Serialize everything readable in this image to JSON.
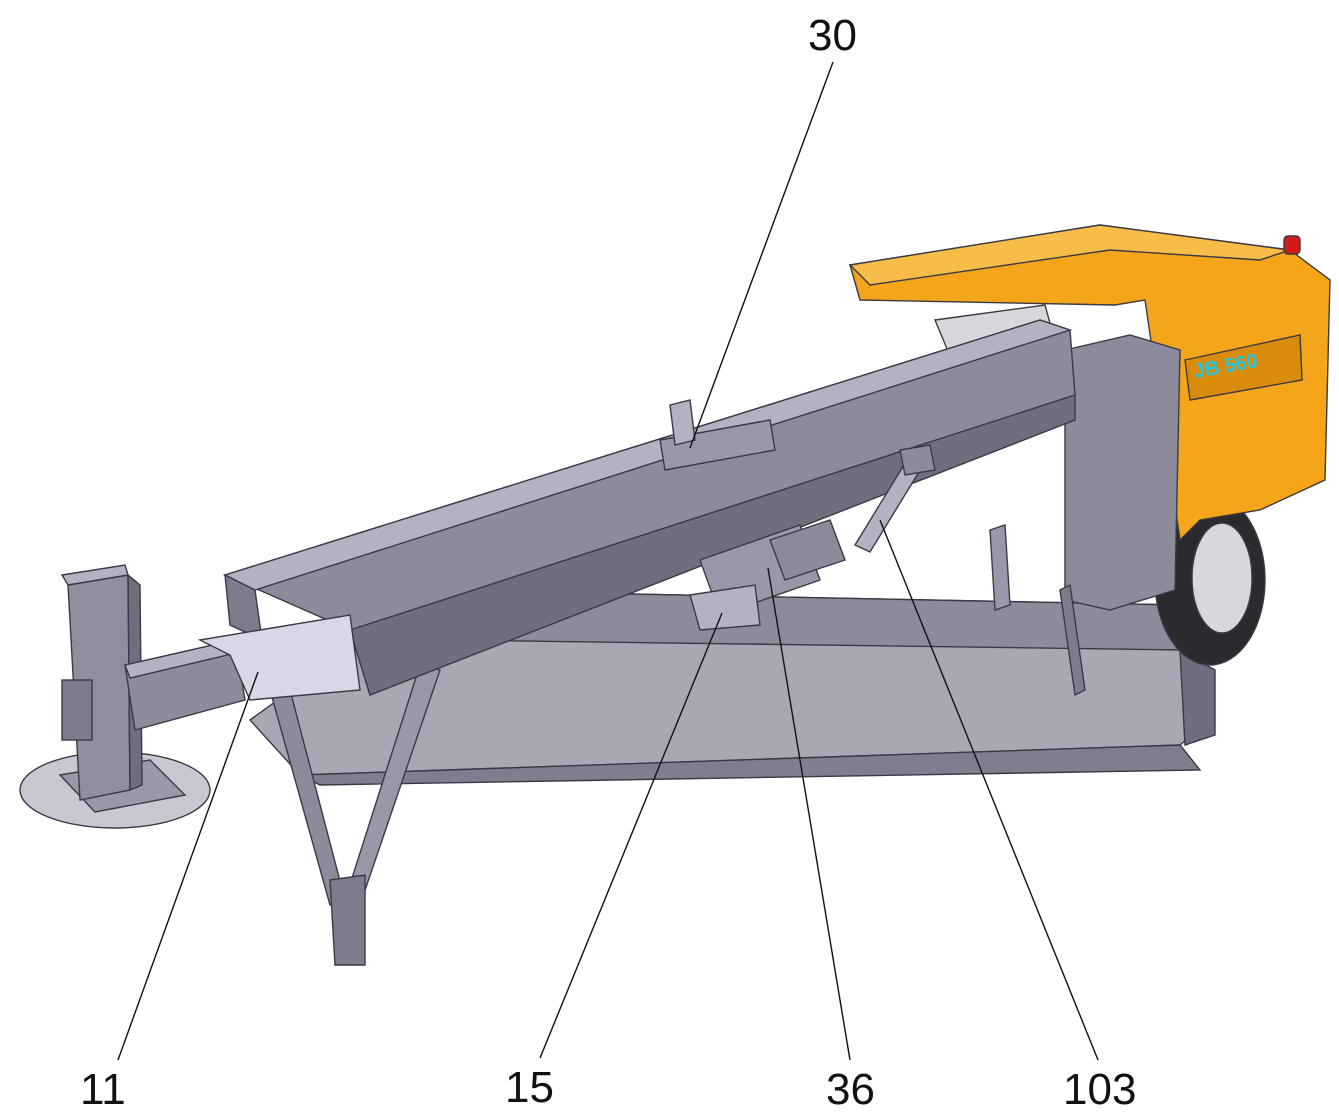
{
  "figure": {
    "callouts": [
      {
        "id": "callout-30",
        "text": "30"
      },
      {
        "id": "callout-11",
        "text": "11"
      },
      {
        "id": "callout-15",
        "text": "15"
      },
      {
        "id": "callout-36",
        "text": "36"
      },
      {
        "id": "callout-103",
        "text": "103"
      }
    ],
    "decal_text": "JB 560",
    "colors": {
      "frame": "#8c8a9b",
      "frame_dark": "#6f6d7e",
      "frame_light": "#b4b2c2",
      "hood": "#f4a51a",
      "hood_dark": "#d98b0a",
      "decal_text": "#1fc7e8",
      "tire": "#2b2b2f",
      "rim": "#d8d8dc",
      "beacon": "#d11a1a"
    }
  }
}
